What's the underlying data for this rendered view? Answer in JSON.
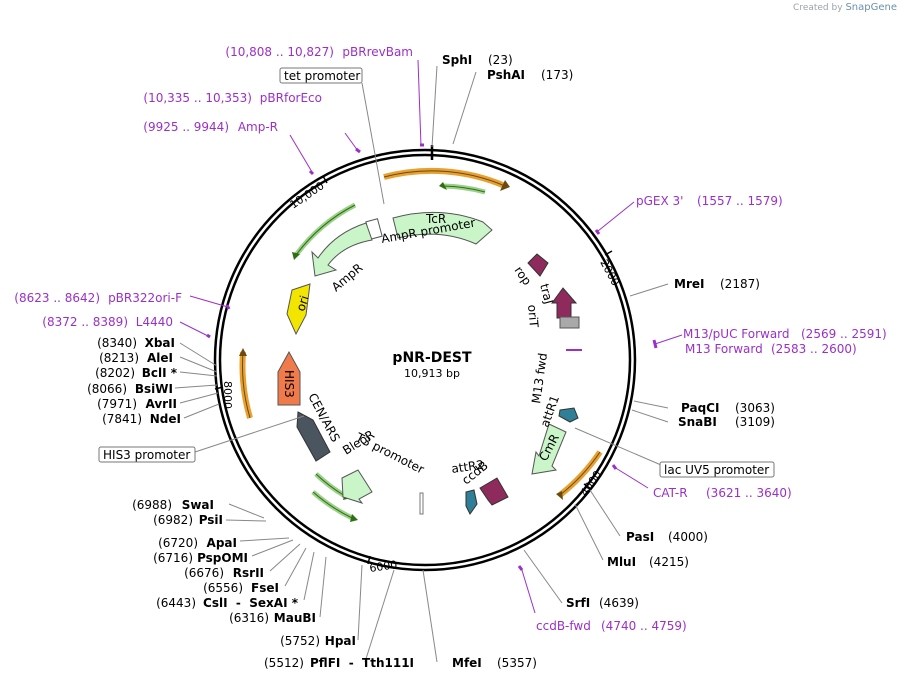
{
  "credit": {
    "prefix": "Created by",
    "brand": "SnapGene"
  },
  "plasmid": {
    "name": "pNR-DEST",
    "length_label": "10,913 bp",
    "length": 10913
  },
  "ticks": [
    "2000",
    "4000",
    "6000",
    "8000",
    "10,000"
  ],
  "enzymes": [
    {
      "name": "SphI",
      "pos": "(23)"
    },
    {
      "name": "PshAI",
      "pos": "(173)"
    },
    {
      "name": "MreI",
      "pos": "(2187)"
    },
    {
      "name": "PaqCI",
      "pos": "(3063)"
    },
    {
      "name": "SnaBI",
      "pos": "(3109)"
    },
    {
      "name": "PasI",
      "pos": "(4000)"
    },
    {
      "name": "MluI",
      "pos": "(4215)"
    },
    {
      "name": "SrfI",
      "pos": "(4639)"
    },
    {
      "name": "MfeI",
      "pos": "(5357)"
    },
    {
      "name": "PflFI  -  Tth111I",
      "pos": "(5512)"
    },
    {
      "name": "HpaI",
      "pos": "(5752)"
    },
    {
      "name": "MauBI",
      "pos": "(6316)"
    },
    {
      "name": "CslI  -  SexAI *",
      "pos": "(6443)"
    },
    {
      "name": "FseI",
      "pos": "(6556)"
    },
    {
      "name": "RsrII",
      "pos": "(6676)"
    },
    {
      "name": "PspOMI",
      "pos": "(6716)"
    },
    {
      "name": "ApaI",
      "pos": "(6720)"
    },
    {
      "name": "PsiI",
      "pos": "(6982)"
    },
    {
      "name": "SwaI",
      "pos": "(6988)"
    },
    {
      "name": "NdeI",
      "pos": "(7841)"
    },
    {
      "name": "AvrII",
      "pos": "(7971)"
    },
    {
      "name": "BsiWI",
      "pos": "(8066)"
    },
    {
      "name": "BclI *",
      "pos": "(8202)"
    },
    {
      "name": "AleI",
      "pos": "(8213)"
    },
    {
      "name": "XbaI",
      "pos": "(8340)"
    }
  ],
  "primers": [
    {
      "name": "pBRrevBam",
      "range": "(10,808 .. 10,827)"
    },
    {
      "name": "pBRforEco",
      "range": "(10,335 .. 10,353)"
    },
    {
      "name": "Amp-R",
      "range": "(9925 .. 9944)"
    },
    {
      "name": "pGEX 3'",
      "range": "(1557 .. 1579)"
    },
    {
      "name": "M13/pUC Forward",
      "range": "(2569 .. 2591)"
    },
    {
      "name": "M13 Forward",
      "range": "(2583 .. 2600)"
    },
    {
      "name": "CAT-R",
      "range": "(3621 .. 3640)"
    },
    {
      "name": "ccdB-fwd",
      "range": "(4740 .. 4759)"
    },
    {
      "name": "pBR322ori-F",
      "range": "(8623 .. 8642)"
    },
    {
      "name": "L4440",
      "range": "(8372 .. 8389)"
    }
  ],
  "boxed_features": {
    "tet_promoter": "tet promoter",
    "lac_promoter": "lac UV5 promoter",
    "his3_promoter": "HIS3 promoter"
  },
  "features": {
    "tcr": "TcR",
    "ampr_promoter": "AmpR promoter",
    "ampr": "AmpR",
    "ori": "ori",
    "rop": "rop",
    "traj": "traJ",
    "orit": "oriT",
    "m13fwd": "M13 fwd",
    "attr1": "attR1",
    "cmr": "CmR",
    "ccdb": "ccdB",
    "attr2": "attR2",
    "t3_promoter": "T3 promoter",
    "bleor": "BleoR",
    "cen_ars": "CEN/ARS",
    "his3": "HIS3"
  },
  "colors": {
    "tcr": "#c9f5c9",
    "ampr": "#c9f5c9",
    "cmr": "#c9f5c9",
    "bleor": "#c9f5c9",
    "ori": "#f2e600",
    "rop": "#8e2a5c",
    "ccdb": "#8e2a5c",
    "attr": "#2f7f96",
    "his3": "#f07a4a",
    "cen_ars": "#4a5560",
    "orit": "#a9a9a9",
    "primer": "#9b30c8",
    "orf_orange": "#e8a030",
    "orf_green": "#3f8f1a"
  }
}
